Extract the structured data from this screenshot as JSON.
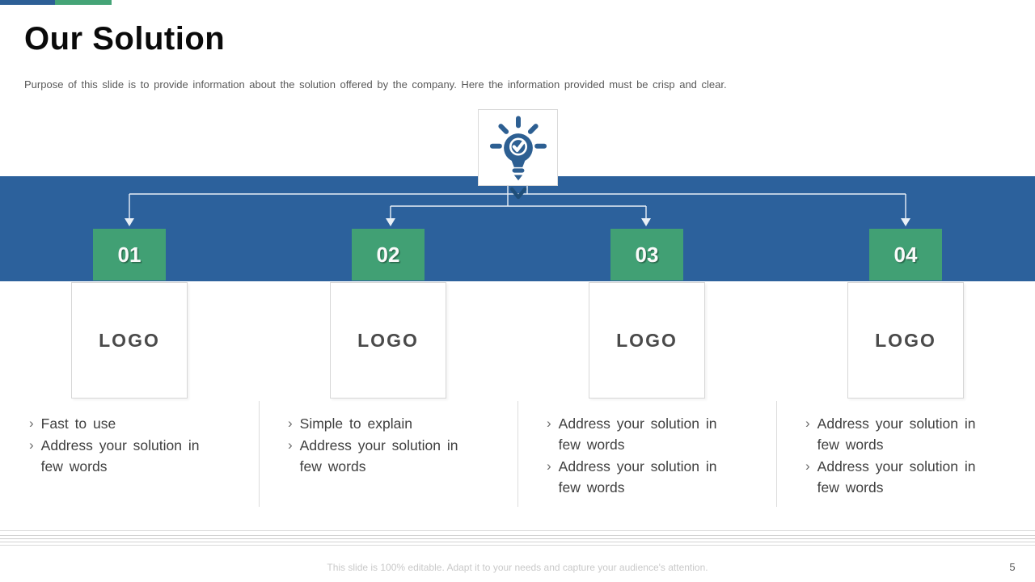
{
  "slide": {
    "title": "Our Solution",
    "subtitle": "Purpose of this slide is to provide  information  about the solution offered  by the company. Here the information  provided  must be crisp and clear.",
    "footer_note": "This slide is 100% editable. Adapt it to your needs and capture your audience's attention.",
    "page_number": "5"
  },
  "ui": {
    "bullet_char": "›"
  },
  "icons": {
    "idea_icon": "lightbulb-with-checkmark"
  },
  "colors": {
    "band_blue": "#2C619C",
    "green": "#41A074",
    "icon_blue": "#2D5F92",
    "bar_blue": "#2D5F96",
    "bar_green": "#45A477",
    "text_dark": "#3F3F3F",
    "text_gray": "#595959",
    "footer_gray": "#C9C9C9",
    "divider": "#DCDCDC",
    "line": "#E9F0F7",
    "arrow_dark": "#1F4E79",
    "logo_gray": "#4A4A4A"
  },
  "columns": [
    {
      "number": "01",
      "logo_label": "LOGO",
      "bullets": [
        "Fast to use",
        "Address  your solution in few words"
      ]
    },
    {
      "number": "02",
      "logo_label": "LOGO",
      "bullets": [
        "Simple  to explain",
        "Address  your solution in few words"
      ]
    },
    {
      "number": "03",
      "logo_label": "LOGO",
      "bullets": [
        "Address  your solution in few words",
        "Address  your solution in few words"
      ]
    },
    {
      "number": "04",
      "logo_label": "LOGO",
      "bullets": [
        "Address  your solution in few words",
        "Address  your solution in few words"
      ]
    }
  ]
}
